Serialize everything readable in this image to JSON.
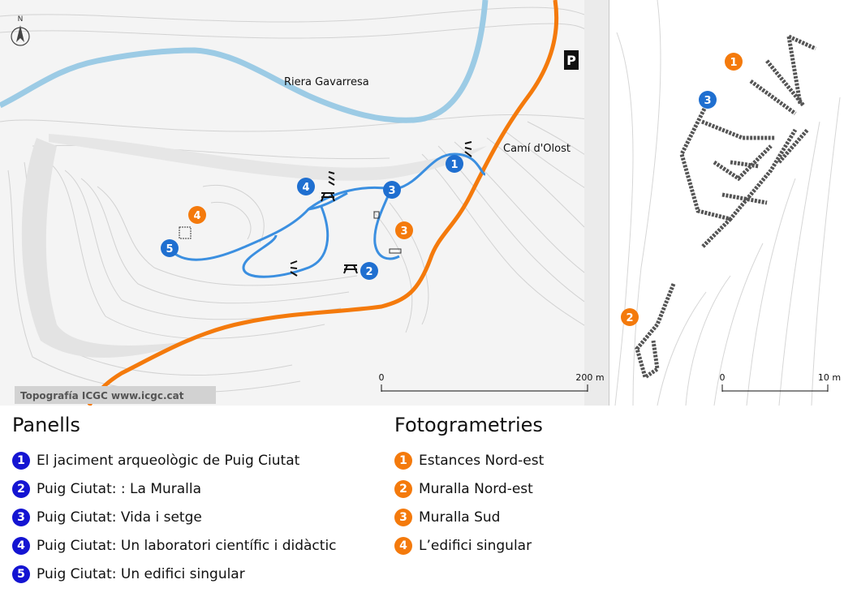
{
  "map": {
    "labels": {
      "north": "N",
      "river": "Riera Gavarresa",
      "road": "Camí d'Olost",
      "parking": "P",
      "credit": "Topografía ICGC www.icgc.cat"
    },
    "scale": {
      "start": "0",
      "end": "200 m"
    },
    "markers_blue": [
      "1",
      "2",
      "3",
      "4",
      "5"
    ],
    "markers_orange": [
      "4",
      "3"
    ]
  },
  "plan": {
    "markers": [
      "1",
      "3",
      "2"
    ],
    "scale": {
      "start": "0",
      "end": "10 m"
    }
  },
  "legend": {
    "panells": {
      "title": "Panells",
      "items": [
        {
          "num": "1",
          "label": "El jaciment arqueològic de Puig Ciutat"
        },
        {
          "num": "2",
          "label": "Puig Ciutat: : La Muralla"
        },
        {
          "num": "3",
          "label": "Puig Ciutat: Vida i setge"
        },
        {
          "num": "4",
          "label": "Puig Ciutat: Un laboratori científic i didàctic"
        },
        {
          "num": "5",
          "label": "Puig Ciutat: Un edifici singular"
        }
      ]
    },
    "fotogrametries": {
      "title": "Fotogrametries",
      "items": [
        {
          "num": "1",
          "label": "Estances Nord-est"
        },
        {
          "num": "2",
          "label": "Muralla Nord-est"
        },
        {
          "num": "3",
          "label": "Muralla Sud"
        },
        {
          "num": "4",
          "label": "L’edifici singular"
        }
      ]
    }
  },
  "colors": {
    "river": "#9ccbe5",
    "road": "#f47a0c",
    "trail": "#3b8fe0",
    "blue_marker": "#1f6fd0",
    "orange_marker": "#f47a0c",
    "legend_blue": "#1414d2"
  }
}
